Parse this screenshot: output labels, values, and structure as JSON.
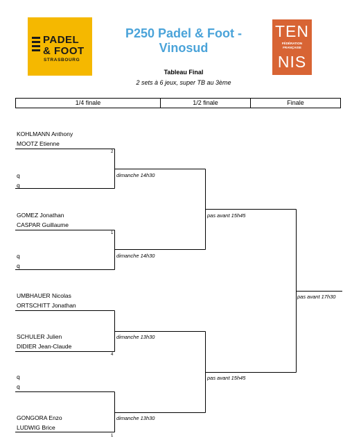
{
  "logos": {
    "left": {
      "line1": "PADEL",
      "line2": "& FOOT",
      "line3": "STRASBOURG",
      "color": "#f5b800"
    },
    "right": {
      "line1": "TEN",
      "federation": "FÉDÉRATION FRANÇAISE",
      "line2": "NIS",
      "color": "#d86434"
    }
  },
  "header": {
    "title_line1": "P250 Padel & Foot -",
    "title_line2": "Vinosud",
    "subtitle": "Tableau Final",
    "format": "2 sets à 6 jeux, super TB au 3ème",
    "title_color": "#4aa3d9"
  },
  "rounds": [
    "1/4 finale",
    "1/2 finale",
    "Finale"
  ],
  "quarterfinals": [
    {
      "pair1": [
        "KOHLMANN Anthony",
        "MOOTZ Etienne"
      ],
      "seed1": "2",
      "pair2": [
        "q",
        "q"
      ],
      "seed2": "",
      "schedule": "dimanche 14h30"
    },
    {
      "pair1": [
        "GOMEZ Jonathan",
        "CASPAR Guillaume"
      ],
      "seed1": "1",
      "pair2": [
        "q",
        "q"
      ],
      "seed2": "",
      "schedule": "dimanche 14h30"
    },
    {
      "pair1": [
        "UMBHAUER Nicolas",
        "ORTSCHITT Jonathan"
      ],
      "seed1": "",
      "pair2": [
        "SCHULER Julien",
        "DIDIER Jean-Claude"
      ],
      "seed2": "4",
      "schedule": "dimanche 13h30"
    },
    {
      "pair1": [
        "q",
        "q"
      ],
      "seed1": "",
      "pair2": [
        "GONGORA Enzo",
        "LUDWIG Brice"
      ],
      "seed2": "1",
      "schedule": "dimanche 13h30"
    }
  ],
  "semifinals": [
    {
      "schedule": "pas avant 15h45"
    },
    {
      "schedule": "pas avant 15h45"
    }
  ],
  "final": {
    "schedule": "pas avant 17h30"
  }
}
